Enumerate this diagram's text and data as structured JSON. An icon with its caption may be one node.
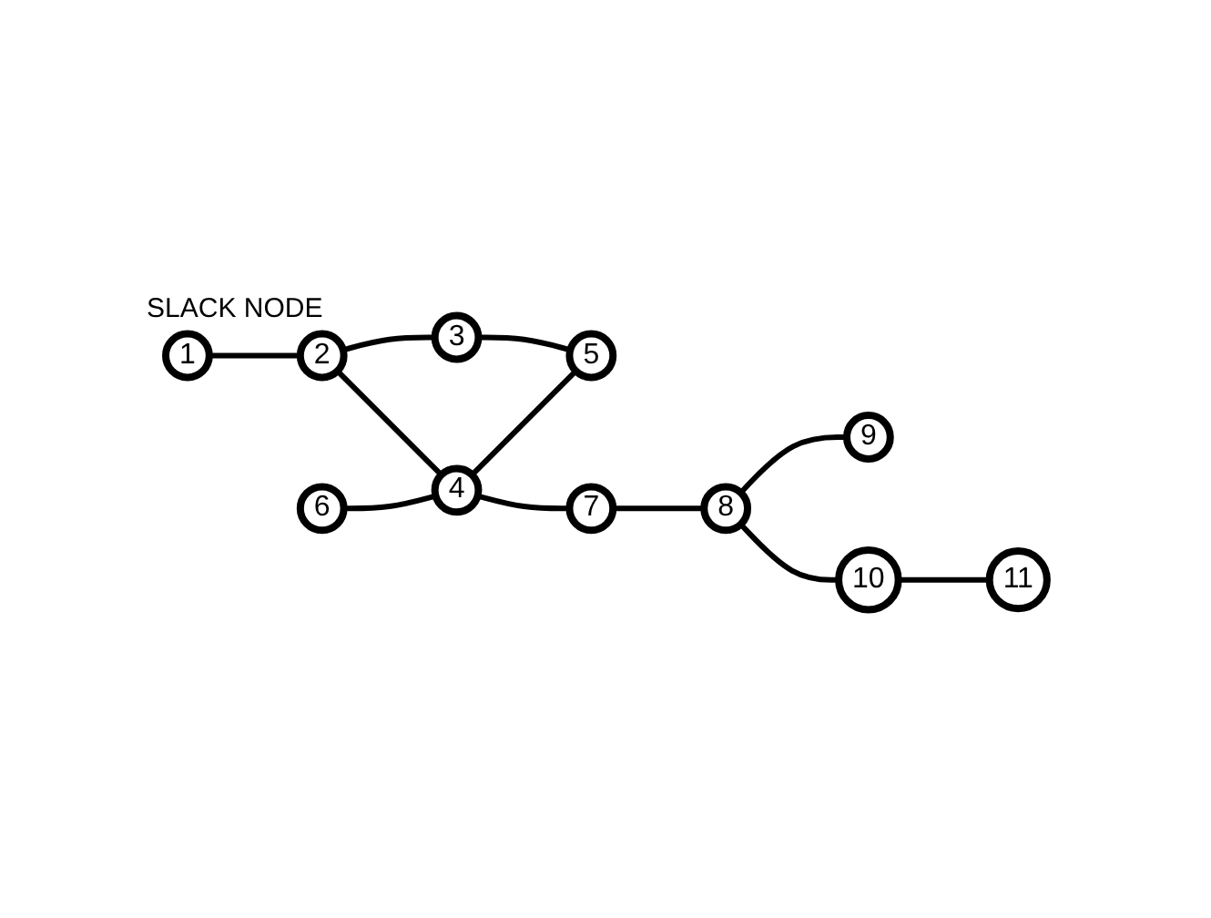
{
  "diagram": {
    "nodes": [
      {
        "text": [
          "1"
        ],
        "beside": [
          "SLACK NODE"
        ]
      },
      {
        "text": [
          "2"
        ]
      },
      {
        "text": [
          "3"
        ]
      },
      {
        "text": [
          "4"
        ]
      },
      {
        "text": [
          "5"
        ]
      },
      {
        "text": [
          "6"
        ]
      },
      {
        "text": [
          "7"
        ]
      },
      {
        "text": [
          "8"
        ]
      },
      {
        "text": [
          "9"
        ]
      },
      {
        "text": [
          "10"
        ]
      },
      {
        "text": [
          "11"
        ]
      }
    ],
    "edges": [
      {
        "from": 0,
        "to": 1,
        "arrow": "none"
      },
      {
        "from": 1,
        "to": 2,
        "arrow": "none"
      },
      {
        "from": 1,
        "to": 3,
        "arrow": "none"
      },
      {
        "from": 2,
        "to": 4,
        "arrow": "none"
      },
      {
        "from": 5,
        "to": 3,
        "arrow": "none"
      },
      {
        "from": 3,
        "to": 4,
        "arrow": "none"
      },
      {
        "from": 3,
        "to": 6,
        "arrow": "none"
      },
      {
        "from": 6,
        "to": 7,
        "arrow": "none"
      },
      {
        "from": 7,
        "to": 9,
        "arrow": "none"
      },
      {
        "from": 7,
        "to": 8,
        "arrow": "none"
      },
      {
        "from": 9,
        "to": 10,
        "arrow": "none"
      }
    ]
  }
}
